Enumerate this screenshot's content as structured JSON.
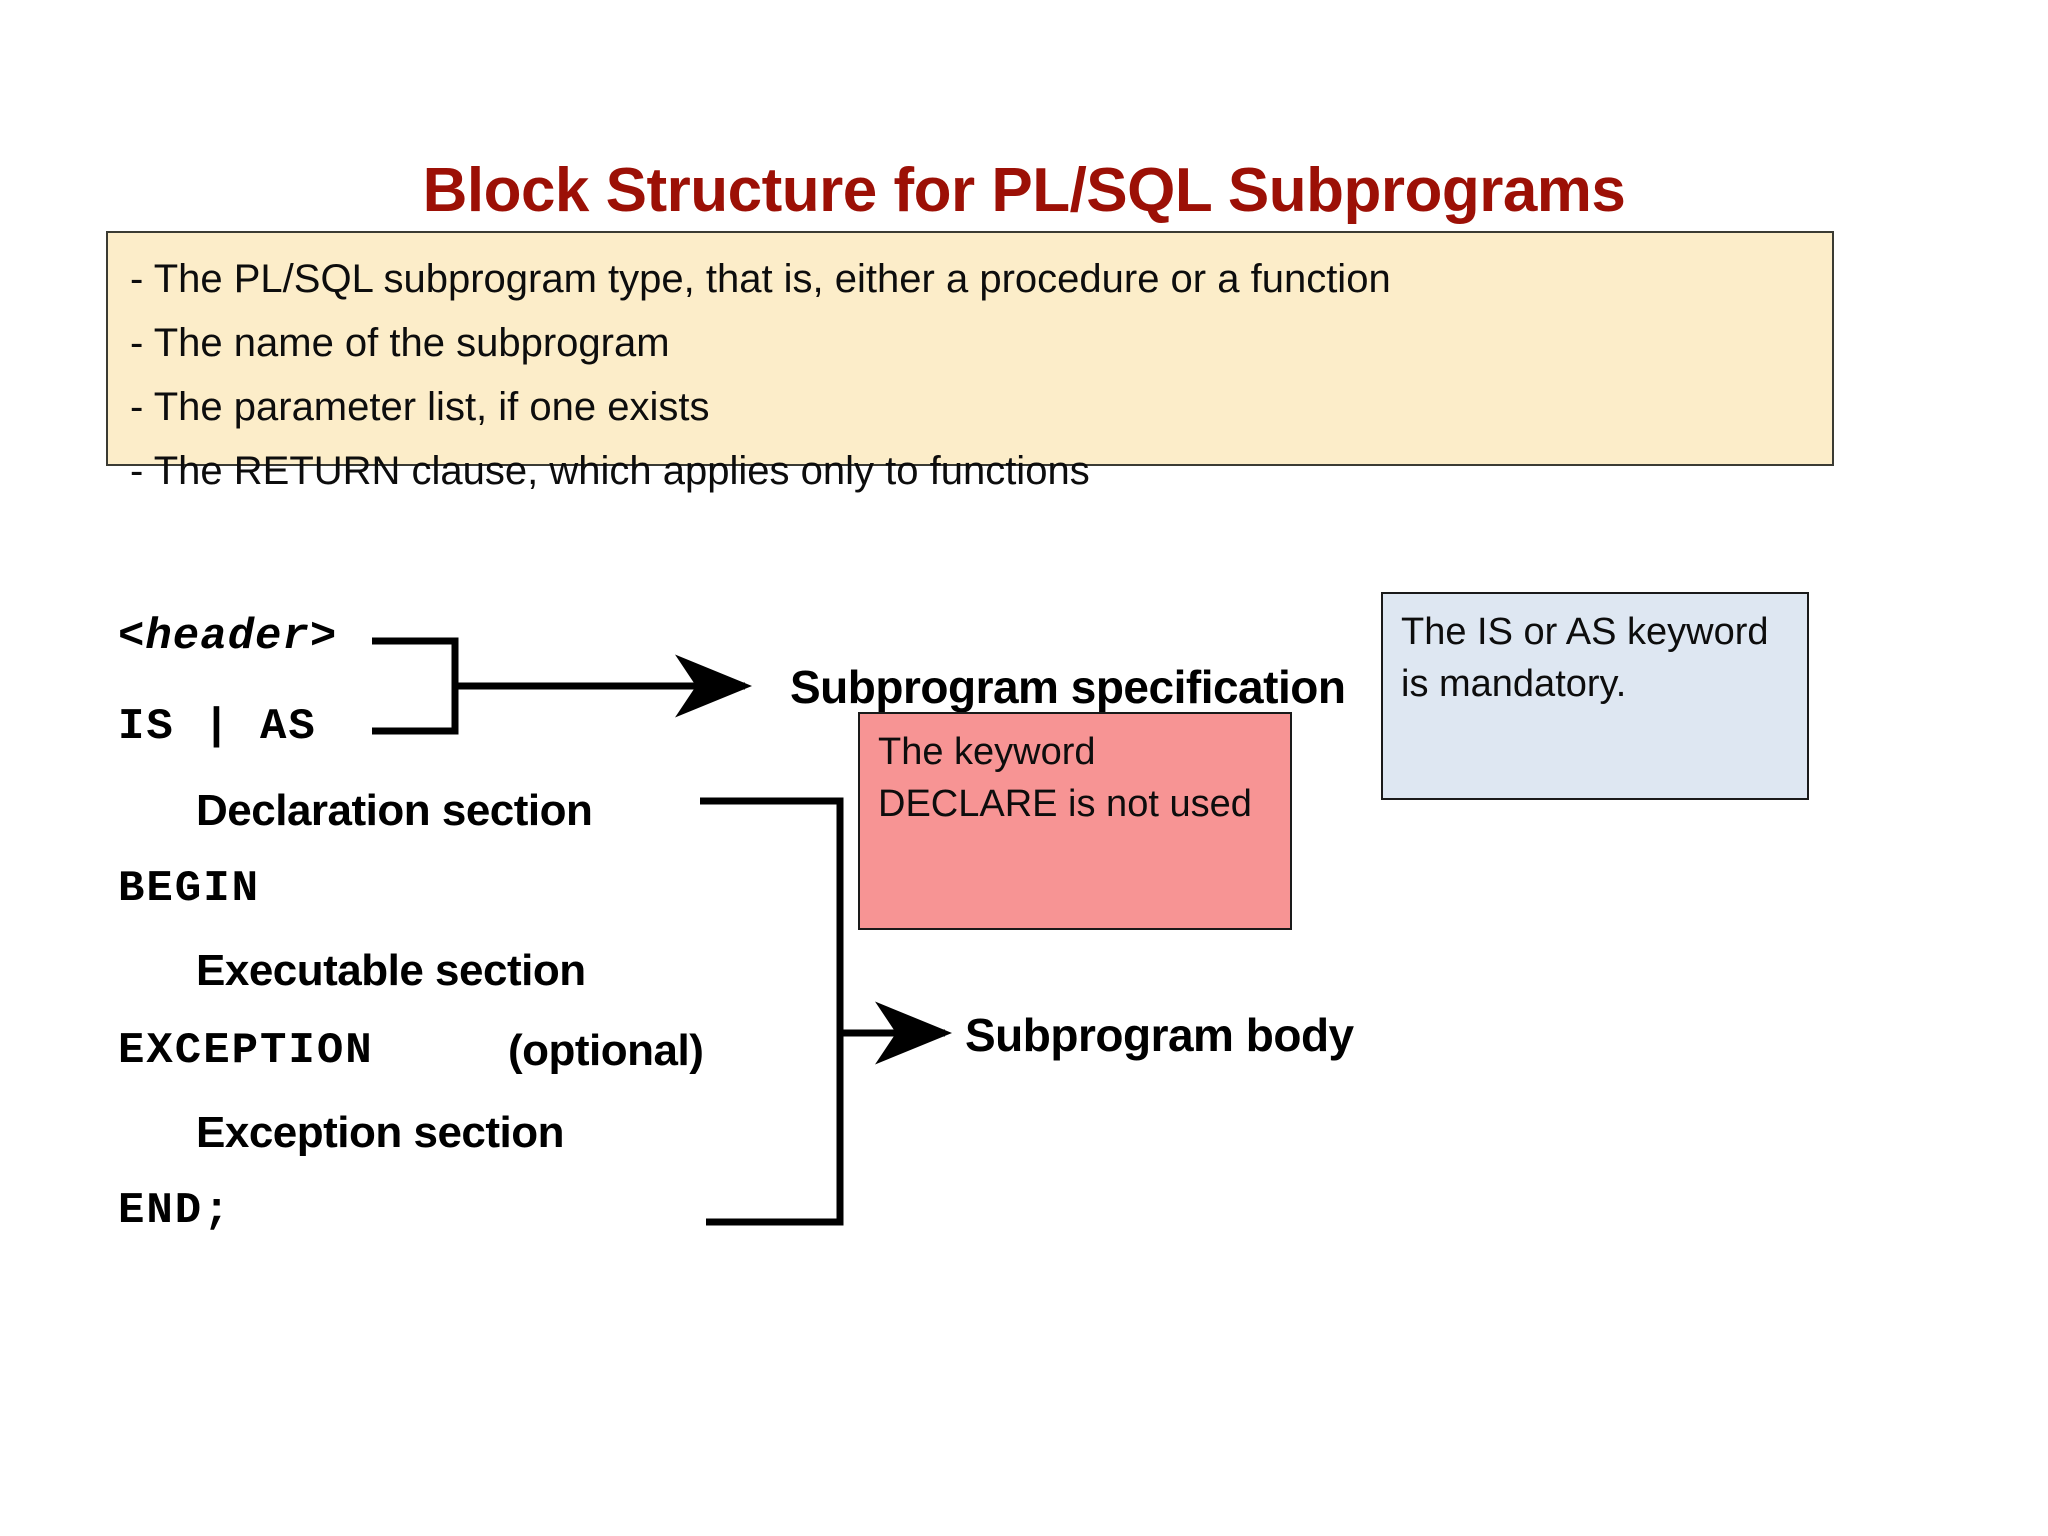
{
  "slide": {
    "title": "Block Structure for PL/SQL Subprograms",
    "title_color": "#9C1006",
    "background": "#ffffff"
  },
  "bullet_box": {
    "background": "#FCEDC9",
    "border_color": "#3b3b33",
    "items": [
      "- The PL/SQL subprogram type, that is, either a procedure or a function",
      "- The name of the subprogram",
      "- The parameter list, if one exists",
      "- The RETURN clause, which applies only to functions"
    ]
  },
  "diagram": {
    "code_lines": {
      "header": "<header>",
      "is_as": "IS | AS",
      "declaration_section": "Declaration section",
      "begin": "BEGIN",
      "executable_section": "Executable section",
      "exception": "EXCEPTION",
      "optional": "(optional)",
      "exception_section": "Exception section",
      "end": "END;"
    },
    "labels": {
      "subprogram_specification": "Subprogram specification",
      "subprogram_body": "Subprogram body"
    }
  },
  "callouts": [
    {
      "id": "declare-note",
      "text": "The keyword DECLARE is not used",
      "background": "#F79494"
    },
    {
      "id": "is-as-note",
      "text": "The IS or AS keyword is mandatory.",
      "background": "#DEE7F2"
    }
  ]
}
